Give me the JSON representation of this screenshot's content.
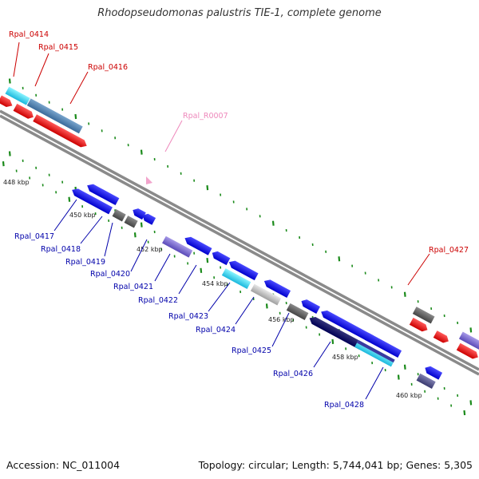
{
  "title": "Rhodopseudomonas palustris TIE-1, complete genome",
  "footer": {
    "accession": "Accession: NC_011004",
    "summary": "Topology: circular; Length: 5,744,041 bp; Genes: 5,305"
  },
  "colors": {
    "forward_label": "#cc0000",
    "reverse_label": "#0000aa",
    "rna_label": "#ee88bb",
    "tick": "#1a8a1a"
  },
  "top_labels": [
    {
      "id": "Rpal_0414",
      "text": "Rpal_0414",
      "strand": "forward"
    },
    {
      "id": "Rpal_0415",
      "text": "Rpal_0415",
      "strand": "forward"
    },
    {
      "id": "Rpal_0416",
      "text": "Rpal_0416",
      "strand": "forward"
    },
    {
      "id": "Rpal_R0007",
      "text": "Rpal_R0007",
      "strand": "rna"
    },
    {
      "id": "Rpal_0427",
      "text": "Rpal_0427",
      "strand": "forward"
    }
  ],
  "bottom_labels": [
    {
      "id": "Rpal_0417",
      "text": "Rpal_0417"
    },
    {
      "id": "Rpal_0418",
      "text": "Rpal_0418"
    },
    {
      "id": "Rpal_0419",
      "text": "Rpal_0419"
    },
    {
      "id": "Rpal_0420",
      "text": "Rpal_0420"
    },
    {
      "id": "Rpal_0421",
      "text": "Rpal_0421"
    },
    {
      "id": "Rpal_0422",
      "text": "Rpal_0422"
    },
    {
      "id": "Rpal_0423",
      "text": "Rpal_0423"
    },
    {
      "id": "Rpal_0424",
      "text": "Rpal_0424"
    },
    {
      "id": "Rpal_0425",
      "text": "Rpal_0425"
    },
    {
      "id": "Rpal_0426",
      "text": "Rpal_0426"
    },
    {
      "id": "Rpal_0428",
      "text": "Rpal_0428"
    }
  ],
  "kbp_labels": [
    "448 kbp",
    "450 kbp",
    "452 kbp",
    "454 kbp",
    "456 kbp",
    "458 kbp",
    "460 kbp"
  ]
}
